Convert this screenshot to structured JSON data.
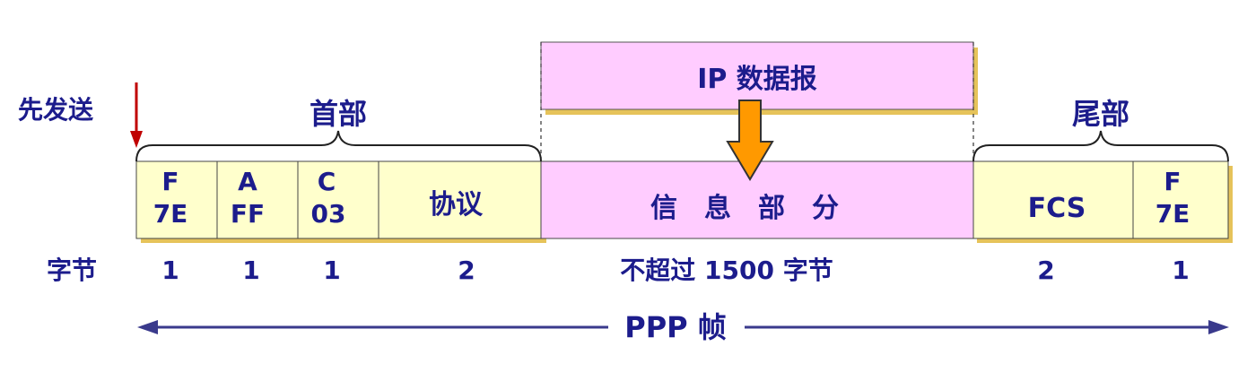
{
  "send_first_label": "先发送",
  "header_label": "首部",
  "trailer_label": "尾部",
  "ip_datagram_label": "IP 数据报",
  "fields": [
    {
      "line1": "F",
      "line2": "7E",
      "bytes": "1"
    },
    {
      "line1": "A",
      "line2": "FF",
      "bytes": "1"
    },
    {
      "line1": "C",
      "line2": "03",
      "bytes": "1"
    },
    {
      "line1": "协议",
      "line2": "",
      "bytes": "2"
    },
    {
      "line1": "信　息　部　分",
      "line2": "",
      "bytes": "不超过 1500 字节"
    },
    {
      "line1": "FCS",
      "line2": "",
      "bytes": "2"
    },
    {
      "line1": "F",
      "line2": "7E",
      "bytes": "1"
    }
  ],
  "bytes_row_label": "字节",
  "frame_label": "PPP 帧",
  "colors": {
    "text": "#1c1c8c",
    "field_fill": "#ffffcc",
    "info_fill": "#ffccff",
    "shadow": "#e6c35a",
    "send_arrow": "#c00000",
    "down_arrow": "#ff9900",
    "frame_arrow": "#3a3a8c"
  }
}
